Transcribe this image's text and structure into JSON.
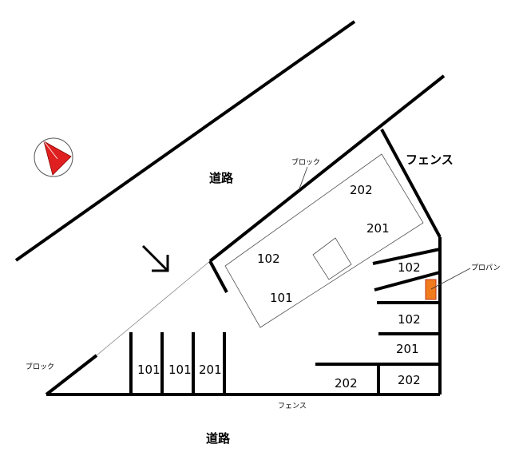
{
  "labels": {
    "road_top": "道路",
    "road_bottom": "道路",
    "fence_right": "フェンス",
    "fence_bottom": "フェンス",
    "block_top": "ブロック",
    "block_left": "ブロック",
    "propane": "プロパン"
  },
  "building": {
    "units": [
      "202",
      "201",
      "102",
      "101"
    ]
  },
  "parking_left": [
    "101",
    "101",
    "201"
  ],
  "parking_right": [
    "102",
    "102",
    "201",
    "202",
    "202"
  ],
  "colors": {
    "line": "#000000",
    "compass": "#e02020",
    "propane_fill": "#f07c1e",
    "propane_border": "#c0391b"
  },
  "icons": [
    "compass-icon",
    "entry-arrow-icon"
  ]
}
